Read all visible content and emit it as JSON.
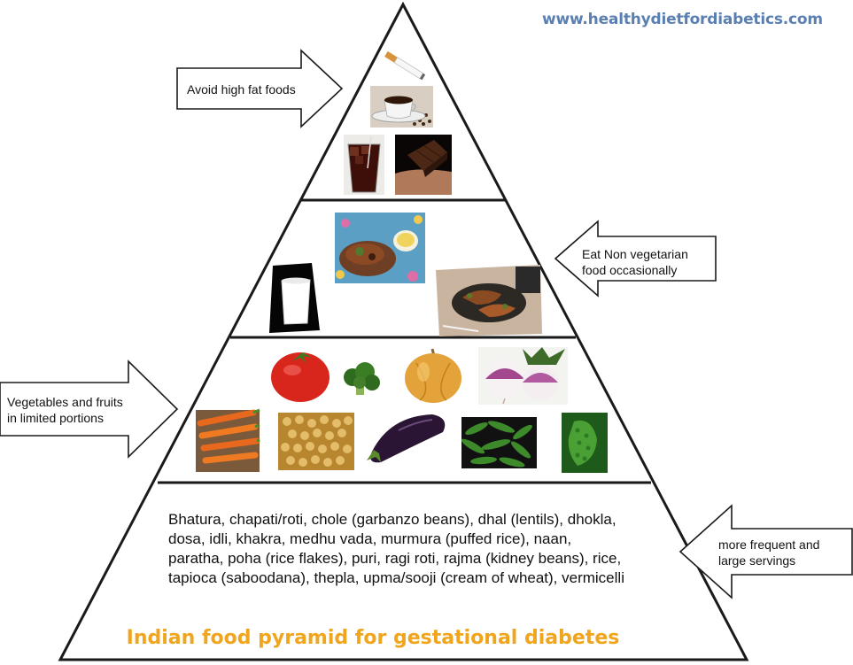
{
  "website": "www.healthydietfordiabetics.com",
  "arrows": {
    "top_left": "Avoid high fat foods",
    "mid_right_line1": "Eat Non vegetarian",
    "mid_right_line2": "food occasionally",
    "veg_left_line1": "Vegetables and fruits",
    "veg_left_line2": "in limited portions",
    "base_right_line1": "more frequent and",
    "base_right_line2": "large servings"
  },
  "base_foods": "Bhatura, chapati/roti, chole (garbanzo beans), dhal (lentils), dhokla, dosa, idli, khakra, medhu vada, murmura (puffed rice), naan, paratha, poha (rice flakes), puri, ragi roti, rajma (kidney beans), rice, tapioca (saboodana), thepla, upma/sooji (cream of wheat), vermicelli",
  "title": "Indian food pyramid for gestational diabetes",
  "colors": {
    "url": "#5a7fb3",
    "title": "#f0a51e",
    "outline": "#1a1a1a"
  },
  "tiers": [
    {
      "name": "top",
      "images": [
        "cigarette",
        "coffee-cup",
        "cola-glass",
        "chocolate"
      ]
    },
    {
      "name": "protein",
      "images": [
        "milk-glass",
        "meat-platter",
        "fried-fish"
      ]
    },
    {
      "name": "vegetables",
      "images": [
        "tomato",
        "broccoli",
        "onion",
        "turnip",
        "carrots",
        "chickpeas",
        "eggplant",
        "okra",
        "bitter-gourd"
      ]
    },
    {
      "name": "grains",
      "images": []
    }
  ]
}
